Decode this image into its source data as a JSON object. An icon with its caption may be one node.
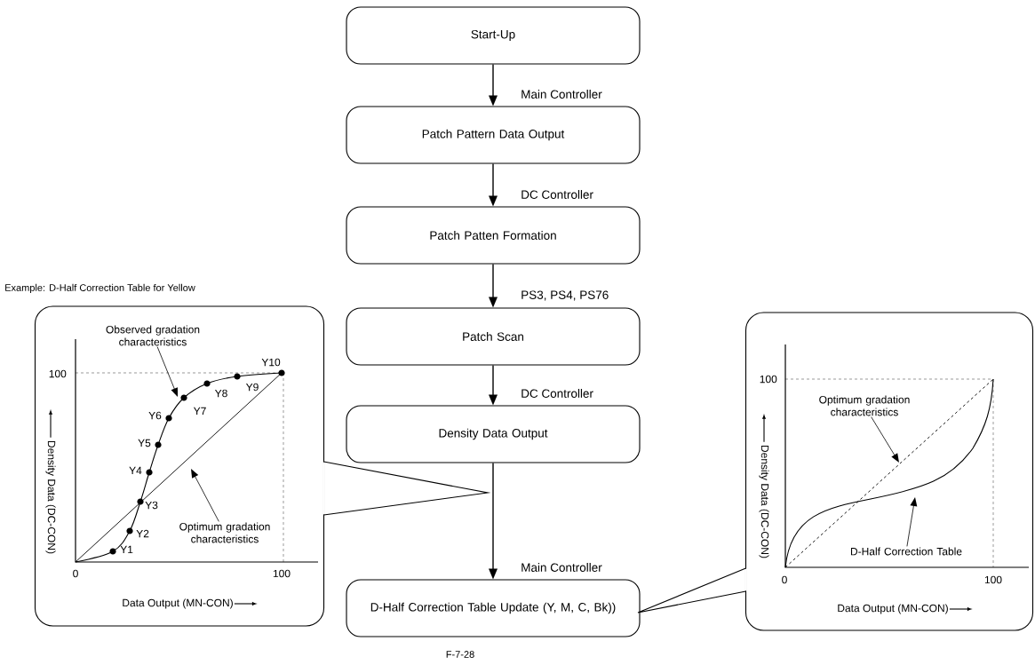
{
  "diagram": {
    "caption": "F-7-28",
    "nodes": [
      {
        "text": [
          "Start-Up"
        ]
      },
      {
        "text": [
          "Patch Pattern Data Output"
        ]
      },
      {
        "text": [
          "Patch Patten Formation"
        ]
      },
      {
        "text": [
          "Patch Scan"
        ]
      },
      {
        "text": [
          "Density Data Output"
        ]
      },
      {
        "text": [
          "D-Half Correction Table Update (Y, M, C, Bk))"
        ]
      },
      {
        "text": [
          "Example: D-Half Correction Table for Yellow"
        ]
      },
      {
        "text": [
          "Observed gradation characteristics"
        ],
        "in": 6
      },
      {
        "text": [
          "Optimum gradation characteristics"
        ],
        "in": 6
      },
      {
        "text": [],
        "shape": "box"
      },
      {
        "text": [
          "Optimum gradation characteristics"
        ],
        "in": 9
      },
      {
        "text": [
          "D-Half Correction Table"
        ],
        "in": 9
      }
    ],
    "edges": [
      {
        "from": 0,
        "to": 1,
        "arrow": "to",
        "label": "Main Controller"
      },
      {
        "from": 1,
        "to": 2,
        "arrow": "to",
        "label": "DC Controller"
      },
      {
        "from": 2,
        "to": 3,
        "arrow": "to",
        "label": "PS3, PS4, PS76"
      },
      {
        "from": 3,
        "to": 4,
        "arrow": "to",
        "label": "DC Controller"
      },
      {
        "from": 4,
        "to": 5,
        "arrow": "to",
        "label": "Main Controller"
      },
      {
        "from": 7,
        "to": null,
        "arrow": "to"
      },
      {
        "from": 8,
        "to": null,
        "arrow": "to"
      },
      {
        "from": 10,
        "to": null,
        "arrow": "to"
      },
      {
        "from": 11,
        "to": null,
        "arrow": "to"
      }
    ],
    "labels": [
      "100",
      "0",
      "100",
      "Density Data (DC-CON)",
      "Data Output (MN-CON)",
      "Y1",
      "Y2",
      "Y3",
      "Y4",
      "Y5",
      "Y6",
      "Y7",
      "Y8",
      "Y9",
      "Y10",
      "100",
      "0",
      "100",
      "Density Data (DC-CON)",
      "Data Output (MN-CON)"
    ]
  }
}
